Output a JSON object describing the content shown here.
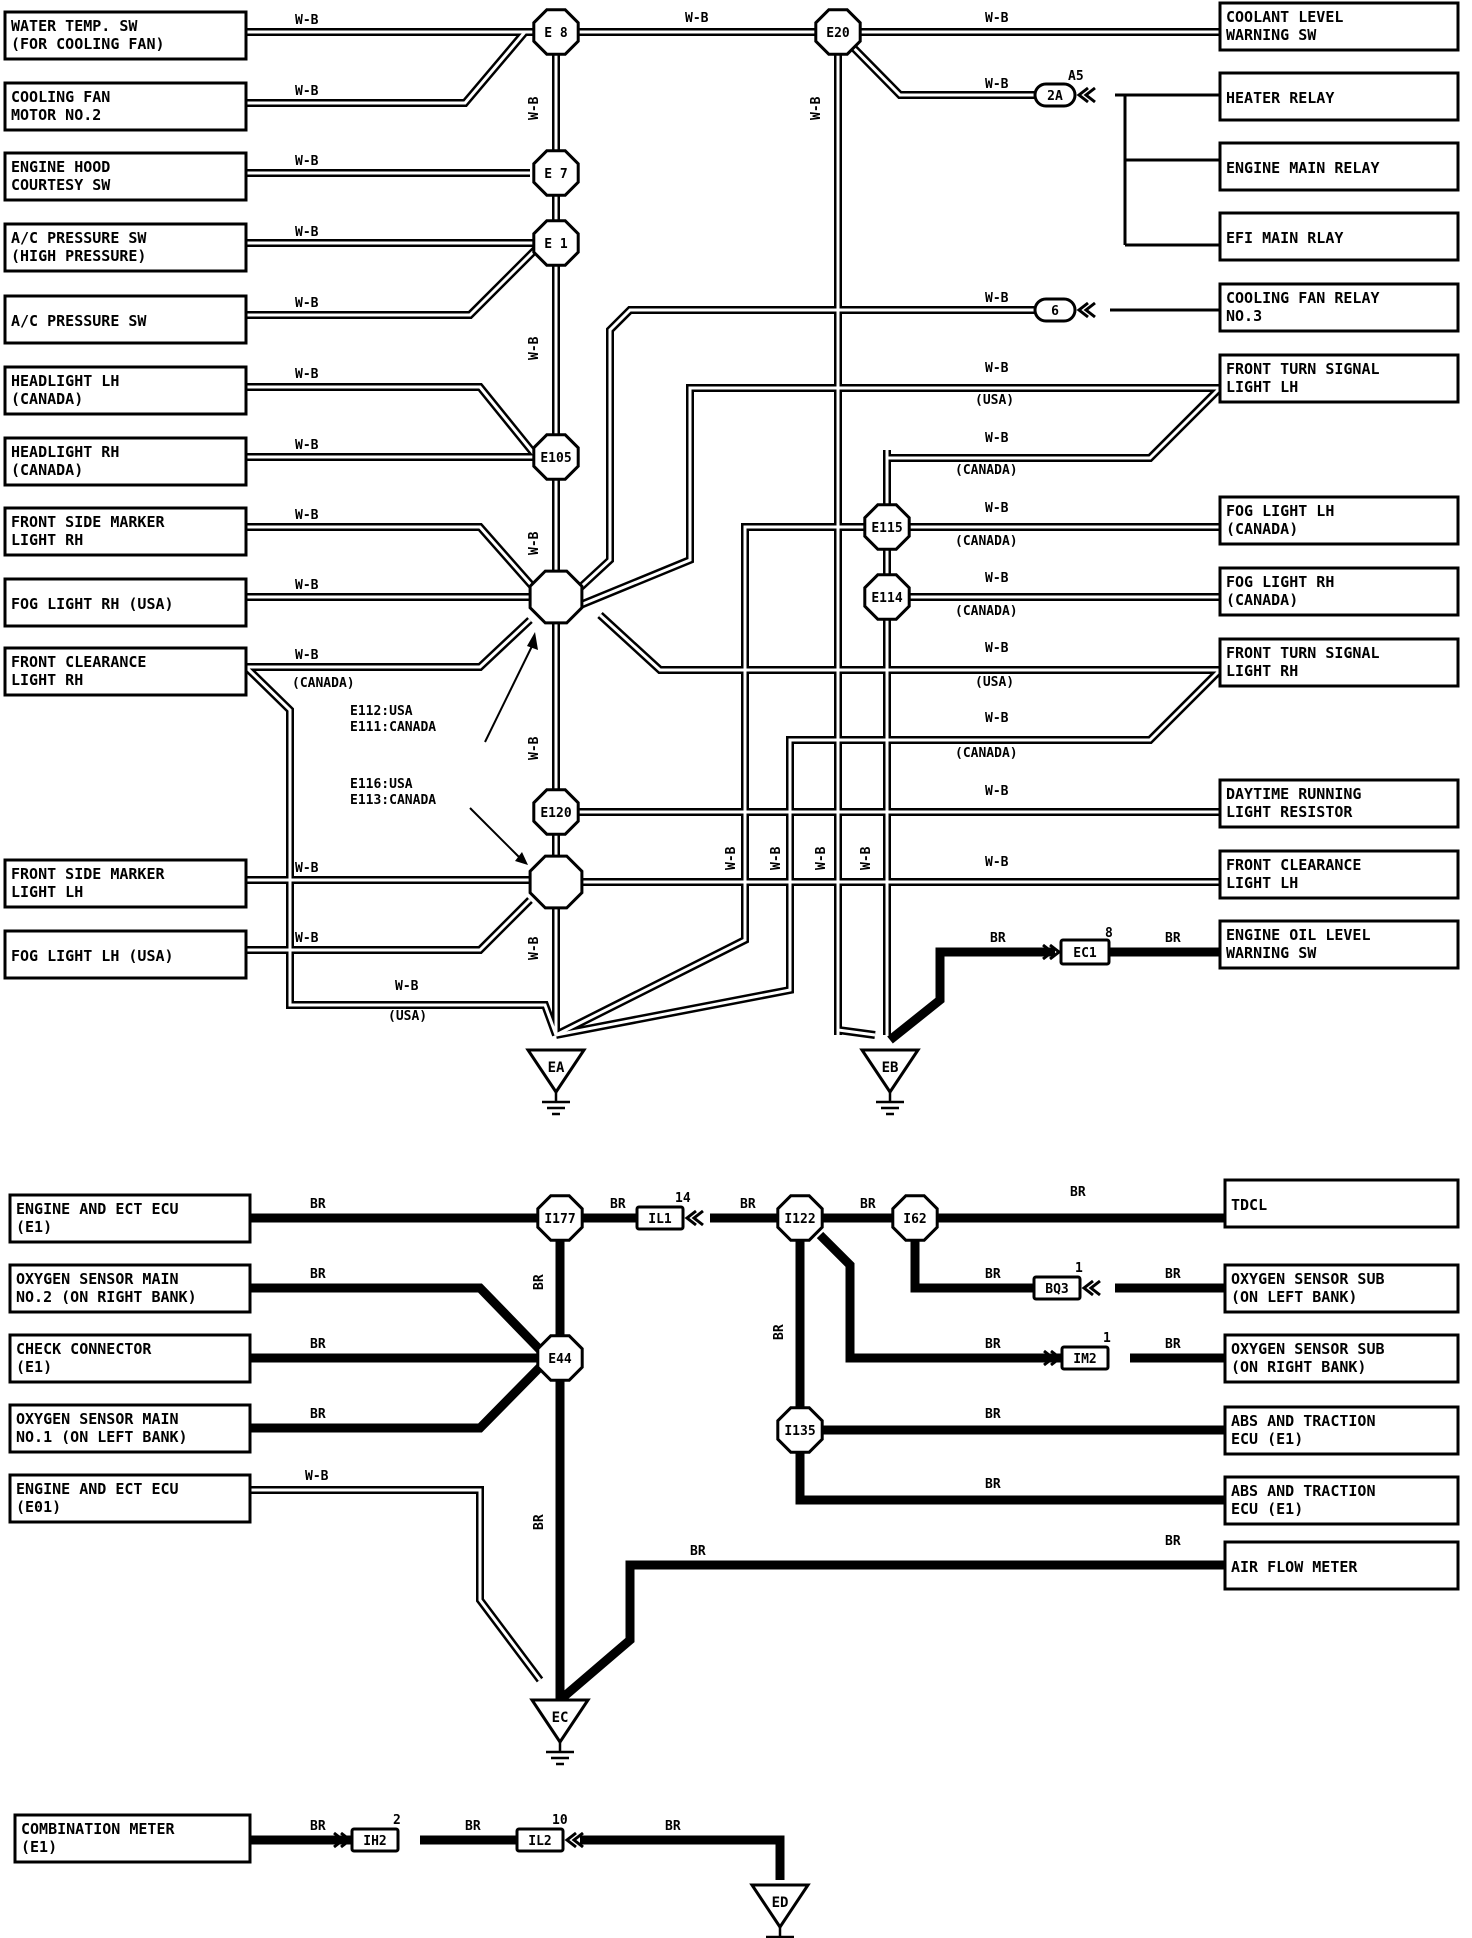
{
  "components": [
    {
      "id": "c1",
      "lines": [
        "WATER TEMP. SW",
        "(FOR COOLING FAN)"
      ]
    },
    {
      "id": "c2",
      "lines": [
        "COOLING FAN",
        "MOTOR NO.2"
      ]
    },
    {
      "id": "c3",
      "lines": [
        "ENGINE HOOD",
        "COURTESY SW"
      ]
    },
    {
      "id": "c4",
      "lines": [
        "A/C PRESSURE SW",
        "(HIGH PRESSURE)"
      ]
    },
    {
      "id": "c5",
      "lines": [
        "A/C PRESSURE SW"
      ]
    },
    {
      "id": "c6",
      "lines": [
        "HEADLIGHT LH",
        "(CANADA)"
      ]
    },
    {
      "id": "c7",
      "lines": [
        "HEADLIGHT RH",
        "(CANADA)"
      ]
    },
    {
      "id": "c8",
      "lines": [
        "FRONT SIDE MARKER",
        "LIGHT RH"
      ]
    },
    {
      "id": "c9",
      "lines": [
        "FOG LIGHT RH (USA)"
      ]
    },
    {
      "id": "c10",
      "lines": [
        "FRONT CLEARANCE",
        "LIGHT RH"
      ]
    },
    {
      "id": "c11",
      "lines": [
        "FRONT SIDE MARKER",
        "LIGHT LH"
      ]
    },
    {
      "id": "c12",
      "lines": [
        "FOG LIGHT LH (USA)"
      ]
    },
    {
      "id": "c13",
      "lines": [
        "COOLANT LEVEL",
        "WARNING SW"
      ]
    },
    {
      "id": "c14",
      "lines": [
        "HEATER RELAY"
      ]
    },
    {
      "id": "c15",
      "lines": [
        "ENGINE MAIN RELAY"
      ]
    },
    {
      "id": "c16",
      "lines": [
        "EFI MAIN RLAY"
      ]
    },
    {
      "id": "c17",
      "lines": [
        "COOLING FAN RELAY",
        "NO.3"
      ]
    },
    {
      "id": "c18",
      "lines": [
        "FRONT TURN SIGNAL",
        "LIGHT LH"
      ]
    },
    {
      "id": "c19",
      "lines": [
        "FOG LIGHT LH",
        "(CANADA)"
      ]
    },
    {
      "id": "c20",
      "lines": [
        "FOG LIGHT RH",
        "(CANADA)"
      ]
    },
    {
      "id": "c21",
      "lines": [
        "FRONT TURN SIGNAL",
        "LIGHT RH"
      ]
    },
    {
      "id": "c22",
      "lines": [
        "DAYTIME RUNNING",
        "LIGHT RESISTOR"
      ]
    },
    {
      "id": "c23",
      "lines": [
        "FRONT CLEARANCE",
        "LIGHT LH"
      ]
    },
    {
      "id": "c24",
      "lines": [
        "ENGINE OIL LEVEL",
        "WARNING SW"
      ]
    },
    {
      "id": "c25",
      "lines": [
        "ENGINE AND ECT ECU",
        "(E1)"
      ]
    },
    {
      "id": "c26",
      "lines": [
        "OXYGEN SENSOR MAIN",
        "NO.2 (ON RIGHT BANK)"
      ]
    },
    {
      "id": "c27",
      "lines": [
        "CHECK CONNECTOR",
        "(E1)"
      ]
    },
    {
      "id": "c28",
      "lines": [
        "OXYGEN SENSOR MAIN",
        "NO.1 (ON LEFT BANK)"
      ]
    },
    {
      "id": "c29",
      "lines": [
        "ENGINE AND ECT ECU",
        "(E01)"
      ]
    },
    {
      "id": "c30",
      "lines": [
        "TDCL"
      ]
    },
    {
      "id": "c31",
      "lines": [
        "OXYGEN SENSOR SUB",
        "(ON LEFT BANK)"
      ]
    },
    {
      "id": "c32",
      "lines": [
        "OXYGEN SENSOR SUB",
        "(ON RIGHT BANK)"
      ]
    },
    {
      "id": "c33",
      "lines": [
        "ABS AND TRACTION",
        "ECU (E1)"
      ]
    },
    {
      "id": "c34",
      "lines": [
        "ABS AND TRACTION",
        "ECU (E1)"
      ]
    },
    {
      "id": "c35",
      "lines": [
        "AIR FLOW METER"
      ]
    },
    {
      "id": "c36",
      "lines": [
        "COMBINATION METER",
        "(E1)"
      ]
    }
  ],
  "junctions": [
    {
      "id": "j1",
      "label": "E 8"
    },
    {
      "id": "j2",
      "label": "E 7"
    },
    {
      "id": "j3",
      "label": "E 1"
    },
    {
      "id": "j4",
      "label": "E105"
    },
    {
      "id": "j5",
      "label": ""
    },
    {
      "id": "j6",
      "label": "E120"
    },
    {
      "id": "j7",
      "label": ""
    },
    {
      "id": "j8",
      "label": "E20"
    },
    {
      "id": "j9",
      "label": "E115"
    },
    {
      "id": "j10",
      "label": "E114"
    },
    {
      "id": "j11",
      "label": "I177"
    },
    {
      "id": "j12",
      "label": "E44"
    },
    {
      "id": "j13",
      "label": "I122"
    },
    {
      "id": "j14",
      "label": "I62"
    },
    {
      "id": "j15",
      "label": "I135"
    }
  ],
  "connectors": [
    {
      "id": "k1",
      "pin": "A5",
      "name": "2A"
    },
    {
      "id": "k2",
      "pin": "",
      "name": "6"
    },
    {
      "id": "k3",
      "pin": "8",
      "name": "EC1"
    },
    {
      "id": "k4",
      "pin": "14",
      "name": "IL1"
    },
    {
      "id": "k5",
      "pin": "1",
      "name": "BQ3"
    },
    {
      "id": "k6",
      "pin": "1",
      "name": "IM2"
    },
    {
      "id": "k7",
      "pin": "2",
      "name": "IH2"
    },
    {
      "id": "k8",
      "pin": "10",
      "name": "IL2"
    }
  ],
  "grounds": [
    {
      "id": "g1",
      "label": "EA"
    },
    {
      "id": "g2",
      "label": "EB"
    },
    {
      "id": "g3",
      "label": "EC"
    },
    {
      "id": "g4",
      "label": "ED"
    }
  ],
  "wire_colors": {
    "wb": "W-B",
    "br": "BR"
  },
  "notes": {
    "usa": "(USA)",
    "canada": "(CANADA)",
    "callout1_line1": "E112:USA",
    "callout1_line2": "E111:CANADA",
    "callout2_line1": "E116:USA",
    "callout2_line2": "E113:CANADA"
  },
  "colors": {
    "ink": "#000000",
    "paper": "#ffffff"
  }
}
